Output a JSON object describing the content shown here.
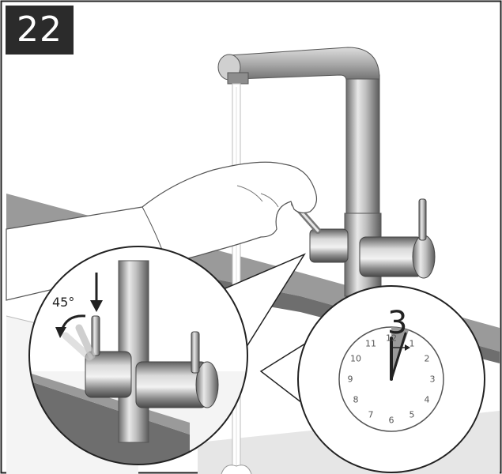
{
  "step": {
    "number": "22"
  },
  "detail_lever": {
    "angle_label": "45°"
  },
  "timer": {
    "minutes_label": "3",
    "clock_numbers": [
      "12",
      "1",
      "2",
      "3",
      "4",
      "5",
      "6",
      "7",
      "8",
      "9",
      "10",
      "11"
    ]
  },
  "colors": {
    "badge": "#2b2b2b",
    "counter_top": "#9a9a9a",
    "counter_face": "#6e6e6e",
    "chrome_light": "#e6e6e6",
    "chrome_dark": "#6a6a6a",
    "water": "#cfcfcf",
    "clock_sector": "#9a9a9a"
  }
}
